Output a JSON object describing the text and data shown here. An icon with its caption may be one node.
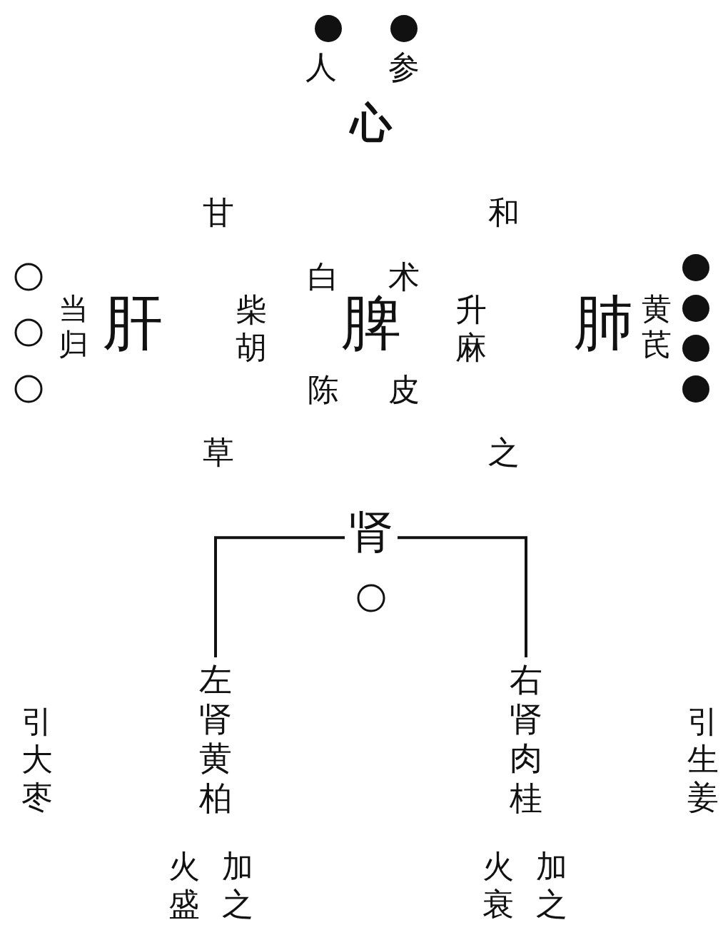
{
  "diagram": {
    "nodes": [
      {
        "text": [
          "肾"
        ]
      },
      {
        "text": [
          "左肾黄柏"
        ]
      },
      {
        "text": [
          "右肾肉桂"
        ]
      }
    ],
    "edges": [
      {
        "from": 0,
        "to": 1,
        "arrow": "none"
      },
      {
        "from": 0,
        "to": 2,
        "arrow": "none"
      }
    ],
    "labels": [
      "人",
      "参",
      "心",
      "甘",
      "和",
      "白",
      "术",
      "当归",
      "肝",
      "柴胡",
      "脾",
      "升麻",
      "肺",
      "黄芪",
      "陈",
      "皮",
      "草",
      "之",
      "引大枣",
      "引生姜",
      "火盛",
      "加之",
      "火衰",
      "加之"
    ]
  }
}
